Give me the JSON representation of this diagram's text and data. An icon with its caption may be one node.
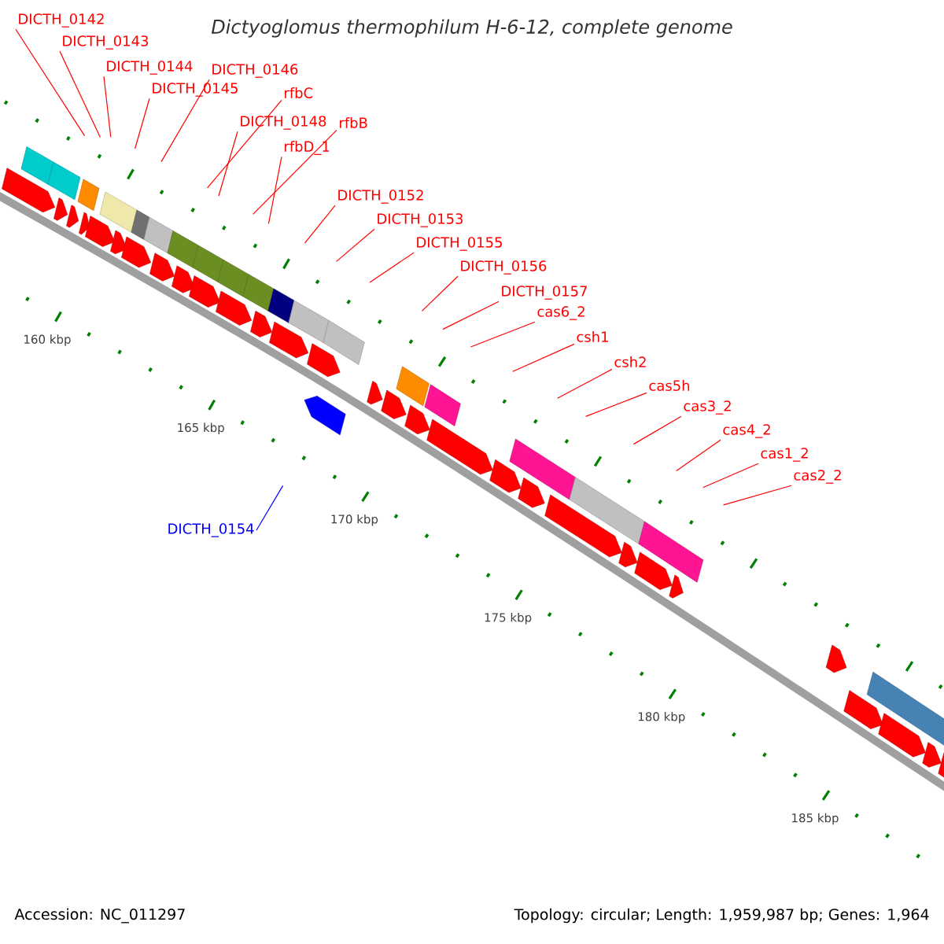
{
  "diagram": {
    "title": "Dictyoglomus thermophilum H-6-12, complete genome",
    "nodes": [
      {
        "text": [
          "DICTH_0142"
        ]
      },
      {
        "text": [
          "DICTH_0143"
        ]
      },
      {
        "text": [
          "DICTH_0144"
        ]
      },
      {
        "text": [
          "DICTH_0146"
        ]
      },
      {
        "text": [
          "DICTH_0145"
        ]
      },
      {
        "text": [
          "rfbC"
        ]
      },
      {
        "text": [
          "DICTH_0148"
        ]
      },
      {
        "text": [
          "rfbB"
        ]
      },
      {
        "text": [
          "rfbD_1"
        ]
      },
      {
        "text": [
          "DICTH_0152"
        ]
      },
      {
        "text": [
          "DICTH_0153"
        ]
      },
      {
        "text": [
          "DICTH_0155"
        ]
      },
      {
        "text": [
          "DICTH_0156"
        ]
      },
      {
        "text": [
          "DICTH_0157"
        ]
      },
      {
        "text": [
          "cas6_2"
        ]
      },
      {
        "text": [
          "csh1"
        ]
      },
      {
        "text": [
          "csh2"
        ]
      },
      {
        "text": [
          "cas5h"
        ]
      },
      {
        "text": [
          "cas3_2"
        ]
      },
      {
        "text": [
          "cas4_2"
        ]
      },
      {
        "text": [
          "cas1_2"
        ]
      },
      {
        "text": [
          "cas2_2"
        ]
      },
      {
        "text": [
          "DICTH_0154"
        ]
      }
    ],
    "edges": [
      {
        "from": 0,
        "to": null,
        "arrow": "none"
      },
      {
        "from": 1,
        "to": null,
        "arrow": "none"
      },
      {
        "from": 2,
        "to": null,
        "arrow": "none"
      },
      {
        "from": 3,
        "to": null,
        "arrow": "none"
      },
      {
        "from": 4,
        "to": null,
        "arrow": "none"
      },
      {
        "from": 5,
        "to": null,
        "arrow": "none"
      },
      {
        "from": 6,
        "to": null,
        "arrow": "none"
      },
      {
        "from": 7,
        "to": null,
        "arrow": "none"
      },
      {
        "from": 8,
        "to": null,
        "arrow": "none"
      },
      {
        "from": 9,
        "to": null,
        "arrow": "none"
      },
      {
        "from": 10,
        "to": null,
        "arrow": "none"
      },
      {
        "from": 11,
        "to": null,
        "arrow": "none"
      },
      {
        "from": 12,
        "to": null,
        "arrow": "none"
      },
      {
        "from": 13,
        "to": null,
        "arrow": "none"
      },
      {
        "from": 14,
        "to": null,
        "arrow": "none"
      },
      {
        "from": 15,
        "to": null,
        "arrow": "none"
      },
      {
        "from": 16,
        "to": null,
        "arrow": "none"
      },
      {
        "from": 17,
        "to": null,
        "arrow": "none"
      },
      {
        "from": 18,
        "to": null,
        "arrow": "none"
      },
      {
        "from": 19,
        "to": null,
        "arrow": "none"
      },
      {
        "from": 20,
        "to": null,
        "arrow": "none"
      },
      {
        "from": 21,
        "to": null,
        "arrow": "none"
      },
      {
        "from": 22,
        "to": null,
        "arrow": "none",
        "color": "#0000ff"
      }
    ],
    "labels": [
      "160 kbp",
      "165 kbp",
      "170 kbp",
      "175 kbp",
      "180 kbp",
      "185 kbp",
      "Accession: NC_011297",
      "Topology: circular; Length: 1,959,987 bp; Genes: 1,964"
    ]
  }
}
